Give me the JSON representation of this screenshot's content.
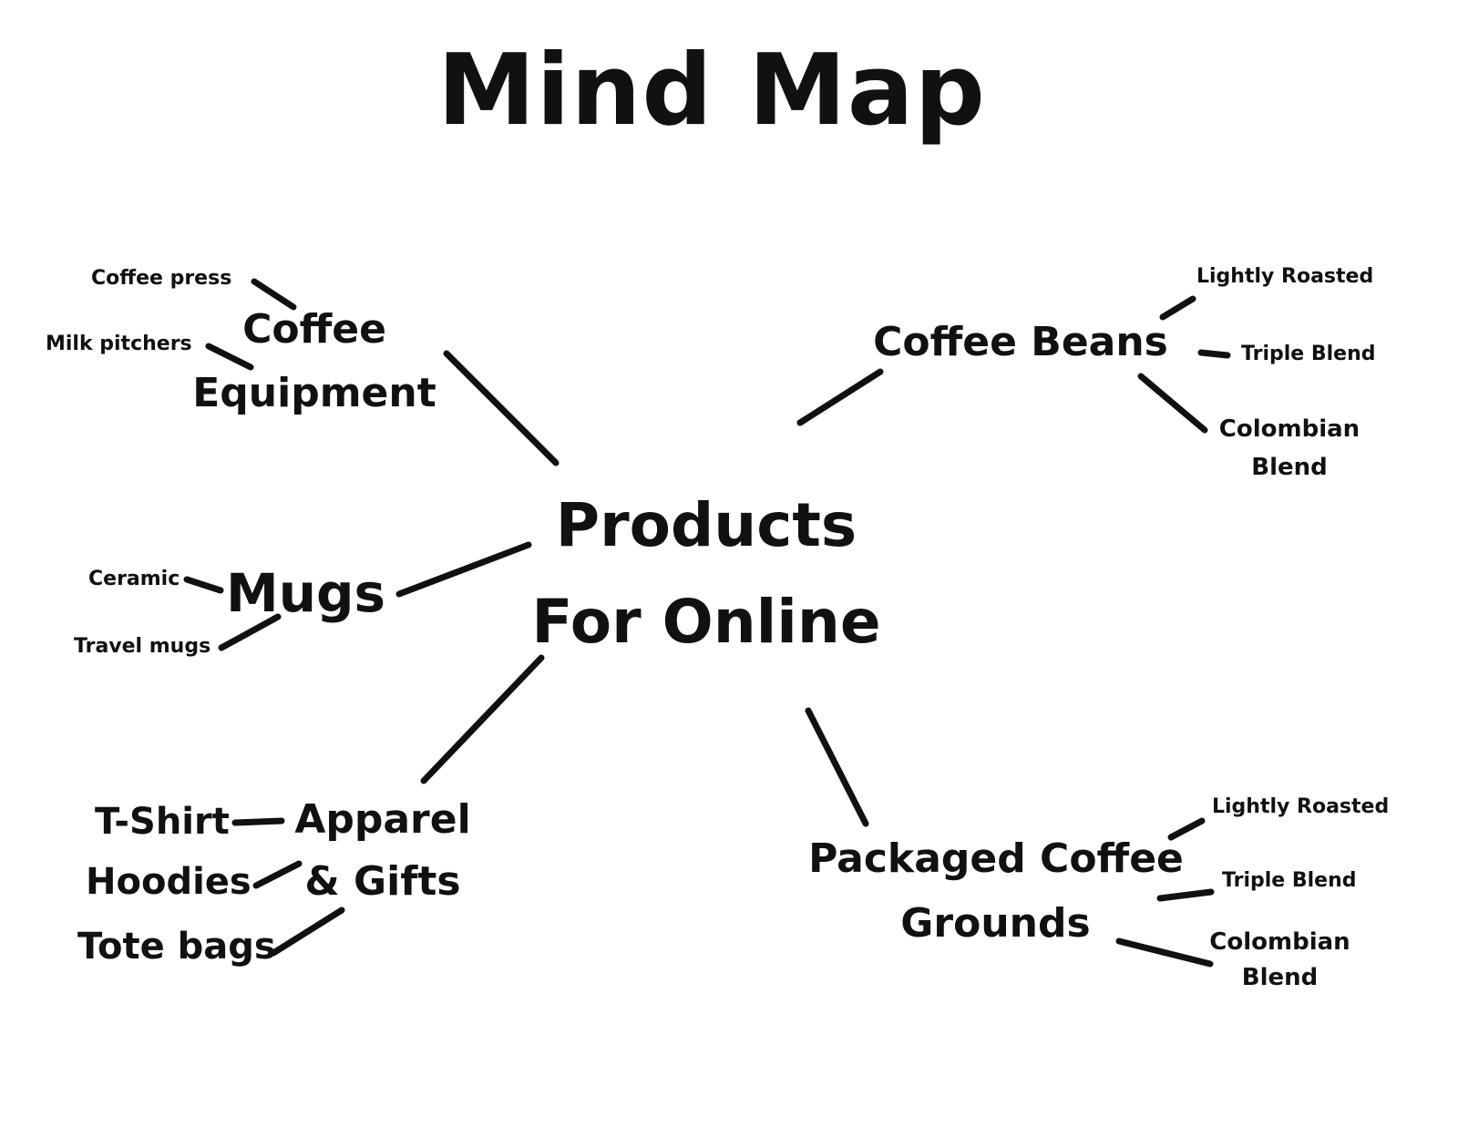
{
  "title": "Mind Map",
  "center": {
    "line1": "Products",
    "line2": "For Online"
  },
  "branches": {
    "coffee_equipment": {
      "line1": "Coffee",
      "line2": "Equipment",
      "items": [
        "Coffee press",
        "Milk pitchers"
      ]
    },
    "coffee_beans": {
      "label": "Coffee Beans",
      "items": [
        "Lightly Roasted",
        "Triple Blend",
        "Colombian",
        "Blend"
      ]
    },
    "mugs": {
      "label": "Mugs",
      "items": [
        "Ceramic",
        "Travel mugs"
      ]
    },
    "apparel": {
      "line1": "Apparel",
      "line2": "& Gifts",
      "items": [
        "T-Shirt",
        "Hoodies",
        "Tote bags"
      ]
    },
    "packaged": {
      "line1": "Packaged Coffee",
      "line2": "Grounds",
      "items": [
        "Lightly Roasted",
        "Triple Blend",
        "Colombian",
        "Blend"
      ]
    }
  }
}
